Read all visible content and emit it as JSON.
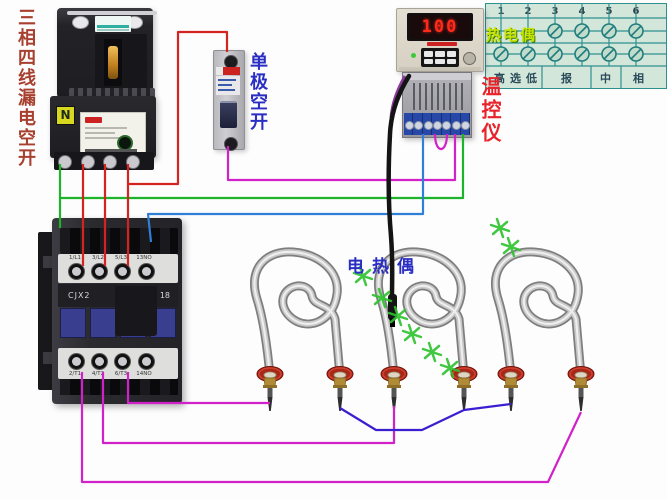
{
  "labels": {
    "main_breaker": "三相四线漏电空开",
    "single_breaker": "单极空开",
    "controller": "温控仪",
    "thermocouple": "电热偶",
    "grid_overlay": "热电偶",
    "n_badge": "N"
  },
  "controller": {
    "display_value": "100"
  },
  "contactor": {
    "model": "CJX2",
    "rating": "18",
    "top_terminals": [
      "1/L1",
      "3/L2",
      "5/L3",
      "13NO"
    ],
    "bottom_terminals": [
      "2/T1",
      "4/T2",
      "6/T3",
      "14NO"
    ]
  },
  "terminal_grid": {
    "numbers": [
      "1",
      "2",
      "3",
      "4",
      "5",
      "6"
    ],
    "bottom_labels": [
      "高",
      "选",
      "低",
      "报",
      "中",
      "相"
    ]
  },
  "colors": {
    "wire_green": "#1db32a",
    "wire_red": "#d42420",
    "wire_magenta": "#d121c9",
    "wire_blue": "#2f7fd6",
    "wire_violet": "#3a1fd0",
    "cable_black": "#141414",
    "watermark_green": "#2ec22e",
    "grid_line": "#2f9090"
  }
}
